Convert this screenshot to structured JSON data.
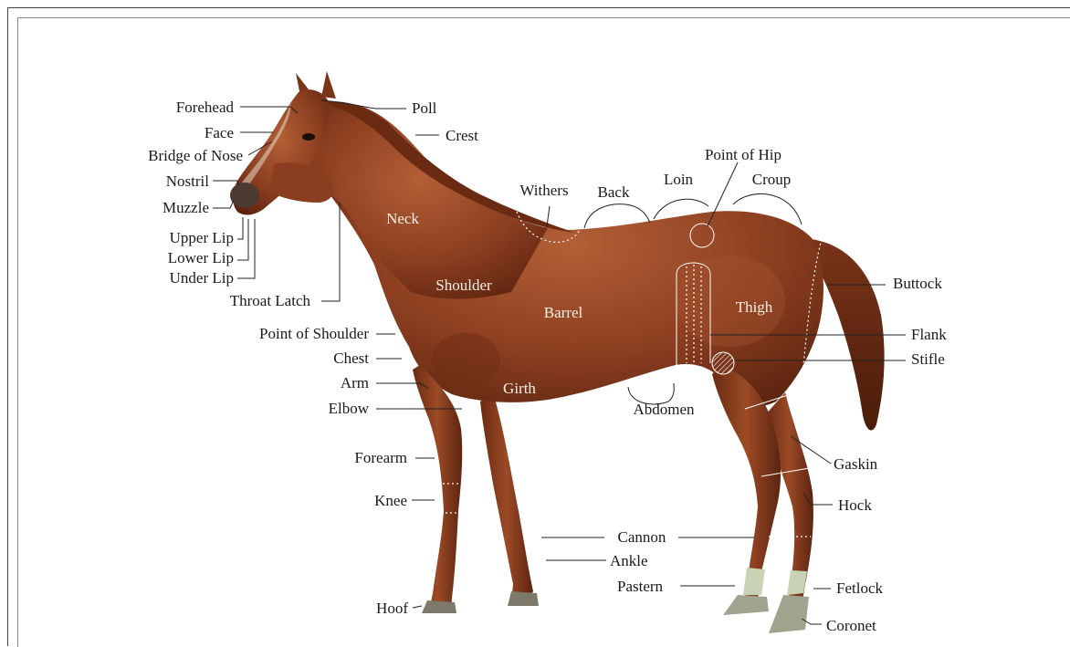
{
  "labels": {
    "forehead": "Forehead",
    "face": "Face",
    "bridge_of_nose": "Bridge of Nose",
    "nostril": "Nostril",
    "muzzle": "Muzzle",
    "upper_lip": "Upper Lip",
    "lower_lip": "Lower Lip",
    "under_lip": "Under Lip",
    "throat_latch": "Throat Latch",
    "point_of_shoulder": "Point of Shoulder",
    "chest": "Chest",
    "arm": "Arm",
    "elbow": "Elbow",
    "forearm": "Forearm",
    "knee": "Knee",
    "hoof": "Hoof",
    "poll": "Poll",
    "crest": "Crest",
    "withers": "Withers",
    "back": "Back",
    "loin": "Loin",
    "point_of_hip": "Point of Hip",
    "croup": "Croup",
    "buttock": "Buttock",
    "flank": "Flank",
    "stifle": "Stifle",
    "gaskin": "Gaskin",
    "hock": "Hock",
    "fetlock": "Fetlock",
    "coronet": "Coronet",
    "cannon": "Cannon",
    "ankle": "Ankle",
    "pastern": "Pastern",
    "abdomen": "Abdomen",
    "neck": "Neck",
    "shoulder": "Shoulder",
    "barrel": "Barrel",
    "thigh": "Thigh",
    "girth": "Girth"
  },
  "colors": {
    "coat": "#8a3d1f",
    "coat_dark": "#5c2410",
    "coat_light": "#b0603a",
    "hoof": "#7d7a6c",
    "sock": "#c9d2b4",
    "text": "#1a1a1a"
  }
}
